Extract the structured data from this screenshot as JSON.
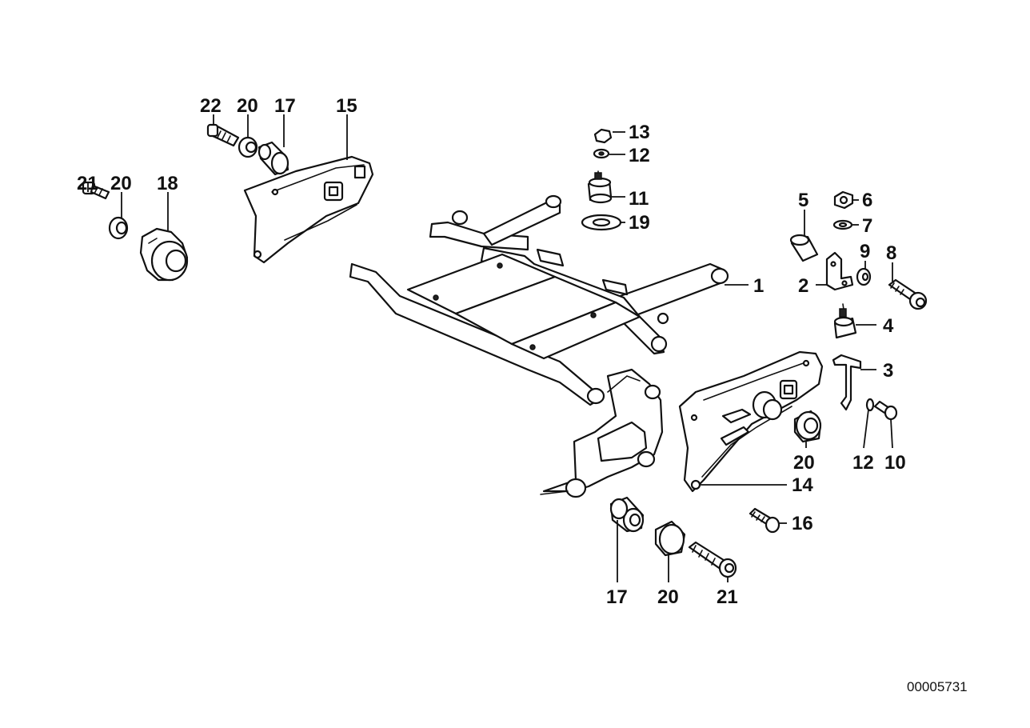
{
  "callouts": {
    "c22": "22",
    "c20a": "20",
    "c17a": "17",
    "c15": "15",
    "c21a": "21",
    "c20b": "20",
    "c18": "18",
    "c13": "13",
    "c12a": "12",
    "c11": "11",
    "c19": "19",
    "c5": "5",
    "c6": "6",
    "c7": "7",
    "c9": "9",
    "c8": "8",
    "c1": "1",
    "c2": "2",
    "c4": "4",
    "c3": "3",
    "c20c": "20",
    "c12b": "12",
    "c10": "10",
    "c14": "14",
    "c16": "16",
    "c17b": "17",
    "c20d": "20",
    "c21b": "21"
  },
  "reference_code": "00005731"
}
